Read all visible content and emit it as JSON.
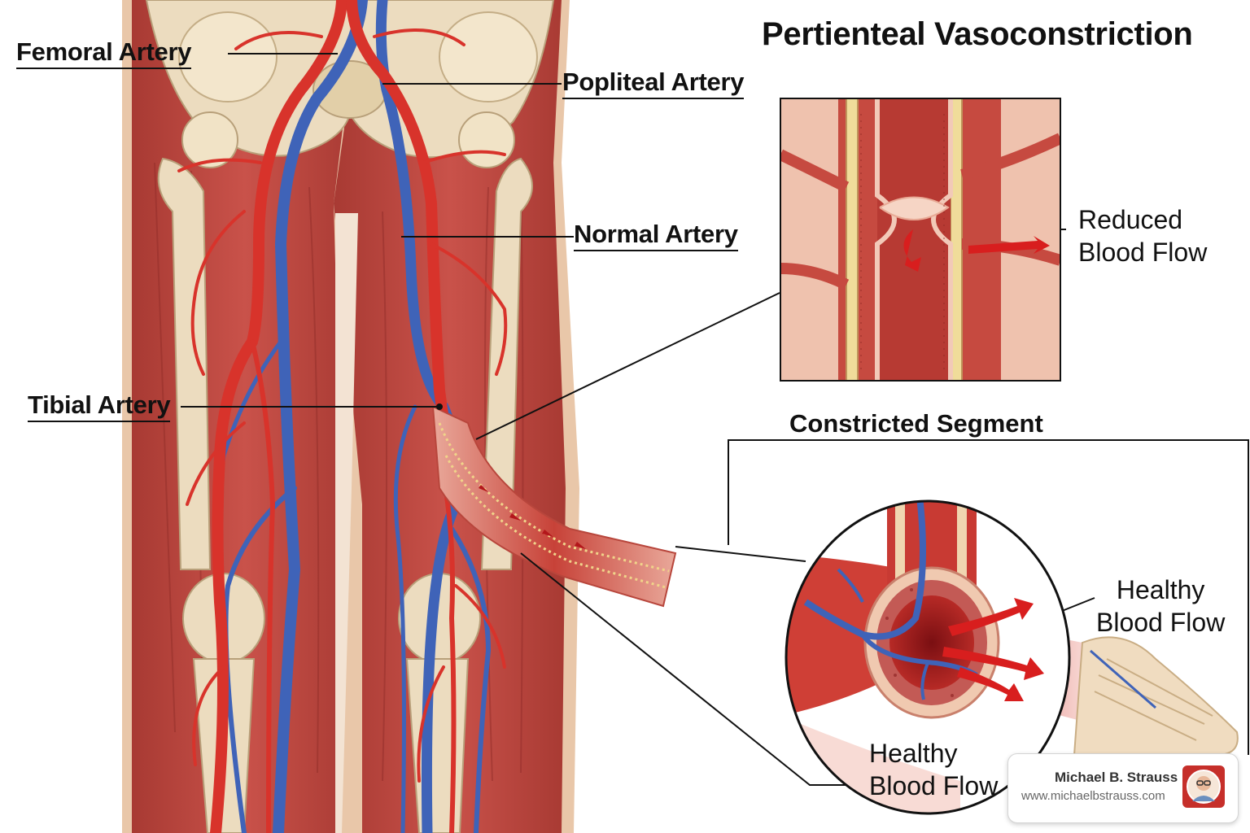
{
  "title": "Pertienteal Vasoconstriction",
  "labels": {
    "femoral": "Femoral Artery",
    "popliteal": "Popliteal Artery",
    "normal": "Normal Artery",
    "tibial": "Tibial Artery"
  },
  "inset_top": {
    "line1": "Reduced",
    "line2": "Blood Flow"
  },
  "inset_bottom": {
    "title": "Constricted Segment",
    "right_line1": "Healthy",
    "right_line2": "Blood Flow",
    "left_line1": "Healthy",
    "left_line2": "Blood Flow"
  },
  "badge": {
    "name": "Michael B. Strauss",
    "url": "www.michaelbstrauss.com"
  },
  "colors": {
    "muscle": "#c0473f",
    "bone": "#ecdcbf",
    "artery": "#d8332b",
    "vein": "#3f63b8",
    "skin": "#e9c7a9"
  }
}
